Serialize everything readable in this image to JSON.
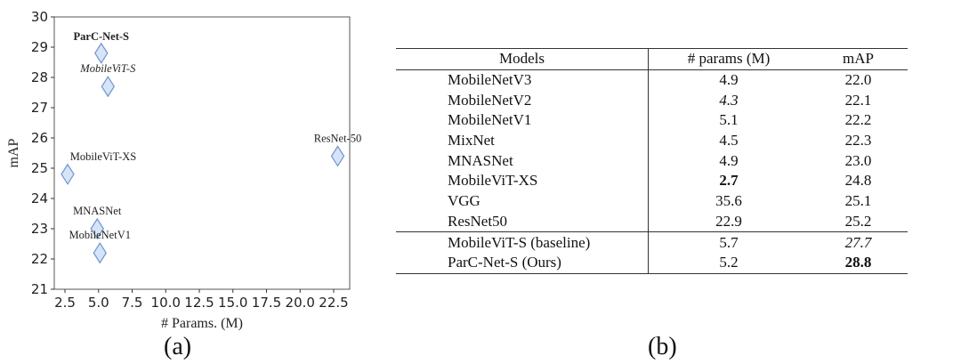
{
  "chart_data": {
    "type": "scatter",
    "xlabel": "# Params. (M)",
    "ylabel": "mAP",
    "xlim": [
      2.0,
      23.6
    ],
    "ylim": [
      21,
      30
    ],
    "xticks": [
      "2.5",
      "5.0",
      "7.5",
      "10.0",
      "12.5",
      "15.0",
      "17.5",
      "20.0",
      "22.5"
    ],
    "xtick_values": [
      2.5,
      5.0,
      7.5,
      10.0,
      12.5,
      15.0,
      17.5,
      20.0,
      22.5
    ],
    "yticks": [
      "21",
      "22",
      "23",
      "24",
      "25",
      "26",
      "27",
      "28",
      "29",
      "30"
    ],
    "yticks_values": [
      21,
      22,
      23,
      24,
      25,
      26,
      27,
      28,
      29,
      30
    ],
    "grid": false,
    "marker": "diamond",
    "marker_fill": "#d6e4f7",
    "marker_edge": "#6f93cf",
    "points": [
      {
        "label": "ParC-Net-S",
        "x": 5.2,
        "y": 28.8,
        "style": "bold"
      },
      {
        "label": "MobileViT-S",
        "x": 5.7,
        "y": 27.7,
        "style": "italic"
      },
      {
        "label": "MobileViT-XS",
        "x": 2.7,
        "y": 24.8,
        "style": "normal"
      },
      {
        "label": "ResNet-50",
        "x": 22.8,
        "y": 25.4,
        "style": "normal"
      },
      {
        "label": "MNASNet",
        "x": 4.9,
        "y": 23.0,
        "style": "normal"
      },
      {
        "label": "MobileNetV1",
        "x": 5.1,
        "y": 22.2,
        "style": "normal"
      }
    ]
  },
  "captions": {
    "a": "(a)",
    "b": "(b)"
  },
  "table": {
    "headers": [
      "Models",
      "# params (M)",
      "mAP"
    ],
    "rows": [
      {
        "model": "MobileNetV3",
        "params": "4.9",
        "map": "22.0"
      },
      {
        "model": "MobileNetV2",
        "params": "4.3",
        "map": "22.1",
        "params_style": "italic"
      },
      {
        "model": "MobileNetV1",
        "params": "5.1",
        "map": "22.2"
      },
      {
        "model": "MixNet",
        "params": "4.5",
        "map": "22.3"
      },
      {
        "model": "MNASNet",
        "params": "4.9",
        "map": "23.0"
      },
      {
        "model": "MobileViT-XS",
        "params": "2.7",
        "map": "24.8",
        "params_style": "bold"
      },
      {
        "model": "VGG",
        "params": "35.6",
        "map": "25.1"
      },
      {
        "model": "ResNet50",
        "params": "22.9",
        "map": "25.2"
      },
      {
        "model": "MobileViT-S (baseline)",
        "params": "5.7",
        "map": "27.7",
        "map_style": "italic"
      },
      {
        "model": "ParC-Net-S (Ours)",
        "params": "5.2",
        "map": "28.8",
        "map_style": "bold"
      }
    ]
  }
}
